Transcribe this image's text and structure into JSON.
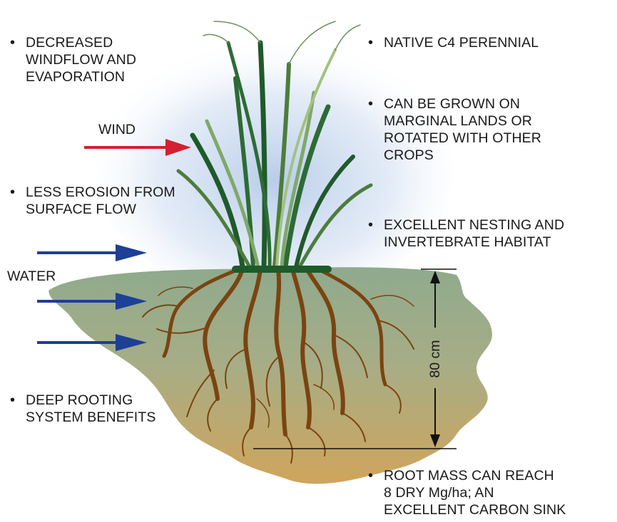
{
  "notes": {
    "windflow": {
      "lines": [
        "DECREASED",
        "WINDFLOW AND",
        "EVAPORATION"
      ]
    },
    "erosion": {
      "lines": [
        "LESS EROSION FROM",
        "SURFACE FLOW"
      ]
    },
    "rooting": {
      "lines": [
        "DEEP ROOTING",
        "SYSTEM BENEFITS"
      ]
    },
    "native": {
      "lines": [
        "NATIVE C4 PERENNIAL"
      ]
    },
    "marginal": {
      "lines": [
        "CAN BE GROWN ON",
        "MARGINAL LANDS OR",
        "ROTATED WITH OTHER",
        "CROPS"
      ]
    },
    "habitat": {
      "lines": [
        "EXCELLENT NESTING AND",
        "INVERTEBRATE HABITAT"
      ]
    },
    "rootmass": {
      "lines": [
        "ROOT MASS CAN REACH",
        "8 DRY Mg/ha;  AN",
        "EXCELLENT CARBON SINK"
      ]
    }
  },
  "labels": {
    "bullet": "•",
    "wind": "WIND",
    "water": "WATER",
    "depth": "80 cm"
  },
  "colors": {
    "wind_arrow": "#d42030",
    "water_arrow": "#1d3f95",
    "soil_top": "#9aae96",
    "soil_bottom": "#c8a25a",
    "root": "#7a4410",
    "grass_dark": "#1f5a2a",
    "grass_light": "#7fa86a",
    "sky_glow": "#c9d9ef"
  }
}
